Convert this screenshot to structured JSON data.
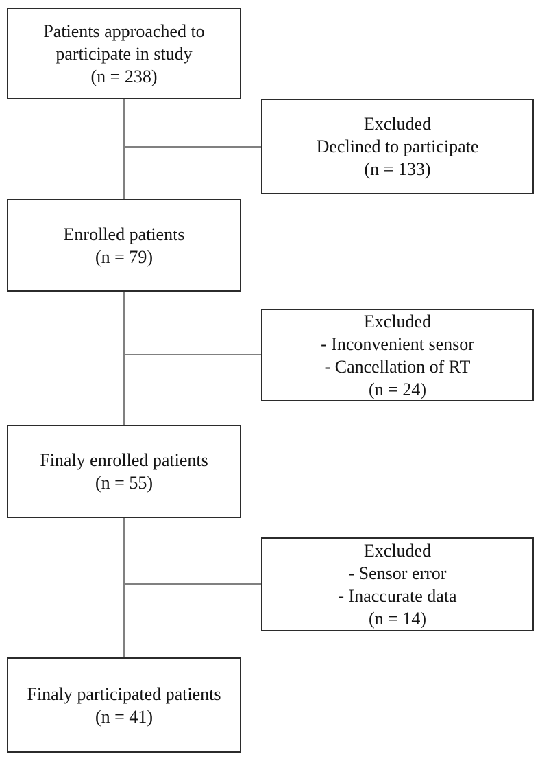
{
  "flowchart": {
    "main": [
      {
        "lines": [
          "Patients approached to",
          "participate in study",
          "(n = 238)"
        ],
        "n": 238
      },
      {
        "lines": [
          "Enrolled patients",
          "(n = 79)"
        ],
        "n": 79
      },
      {
        "lines": [
          "Finaly enrolled patients",
          "(n = 55)"
        ],
        "n": 55
      },
      {
        "lines": [
          "Finaly participated patients",
          "(n = 41)"
        ],
        "n": 41
      }
    ],
    "excluded": [
      {
        "lines": [
          "Excluded",
          "Declined to participate",
          "(n = 133)"
        ],
        "n": 133
      },
      {
        "lines": [
          "Excluded",
          "- Inconvenient sensor",
          "- Cancellation of RT",
          "(n = 24)"
        ],
        "n": 24
      },
      {
        "lines": [
          "Excluded",
          "- Sensor error",
          "- Inaccurate data",
          "(n = 14)"
        ],
        "n": 14
      }
    ],
    "colors": {
      "background": "#ffffff",
      "box_border": "#2b2b2b",
      "connector": "#808080",
      "text": "#141414"
    }
  }
}
